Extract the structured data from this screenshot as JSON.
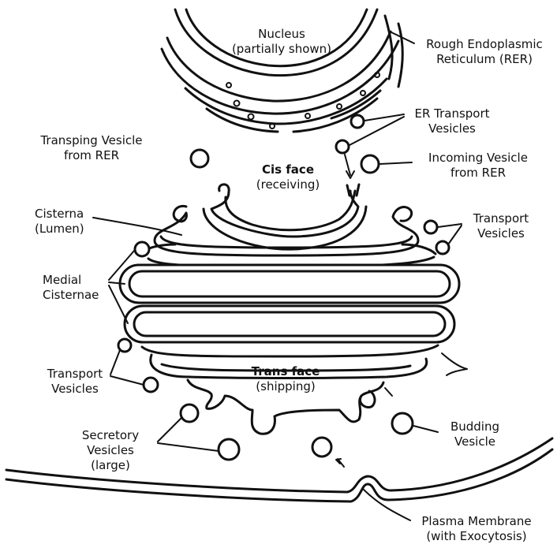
{
  "labels": {
    "nucleus": "Nucleus",
    "nucleus_sub": "(partially shown)",
    "rer_1": "Rough Endoplasmic",
    "rer_2": "Reticulum (RER)",
    "er_vesicles_1": "ER Transport",
    "er_vesicles_2": "Vesicles",
    "transping_1": "Transping Vesicle",
    "transping_2": "from RER",
    "incoming_1": "Incoming Vesicle",
    "incoming_2": "from RER",
    "cis_face": "Cis face",
    "cis_sub": "(receiving)",
    "cisterna_1": "Cisterna",
    "cisterna_2": "(Lumen)",
    "transport_right_1": "Transport",
    "transport_right_2": "Vesicles",
    "medial_1": "Medial",
    "medial_2": "Cisternae",
    "transport_left_1": "Transport",
    "transport_left_2": "Vesicles",
    "trans_face": "Trans face",
    "trans_sub": "(shipping)",
    "budding_1": "Budding",
    "budding_2": "Vesicle",
    "secretory_1": "Secretory",
    "secretory_2": "Vesicles",
    "secretory_3": "(large)",
    "plasma_1": "Plasma Membrane",
    "plasma_2": "(with Exocytosis)"
  }
}
